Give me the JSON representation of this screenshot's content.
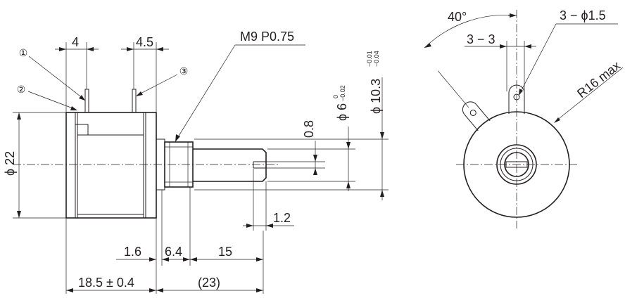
{
  "side_view": {
    "dim_4": "4",
    "dim_4_5": "4.5",
    "thread": "M9 P0.75",
    "dim_phi22": "ϕ 22",
    "dim_0_8": "0.8",
    "dim_phi6": "ϕ 6",
    "tol_phi6_upper": "0",
    "tol_phi6_lower": "−0.02",
    "dim_phi10_3": "ϕ 10.3",
    "tol_phi10_3_upper": "−0.01",
    "tol_phi10_3_lower": "−0.04",
    "dim_1_2": "1.2",
    "dim_1_6": "1.6",
    "dim_6_4": "6.4",
    "dim_15": "15",
    "dim_18_5": "18.5 ± 0.4",
    "dim_23": "(23)",
    "terminal_1": "①",
    "terminal_2": "②",
    "terminal_3": "③"
  },
  "front_view": {
    "angle": "40°",
    "holes": "3 − ϕ1.5",
    "spacing": "3 − 3",
    "radius": "R16 max"
  }
}
